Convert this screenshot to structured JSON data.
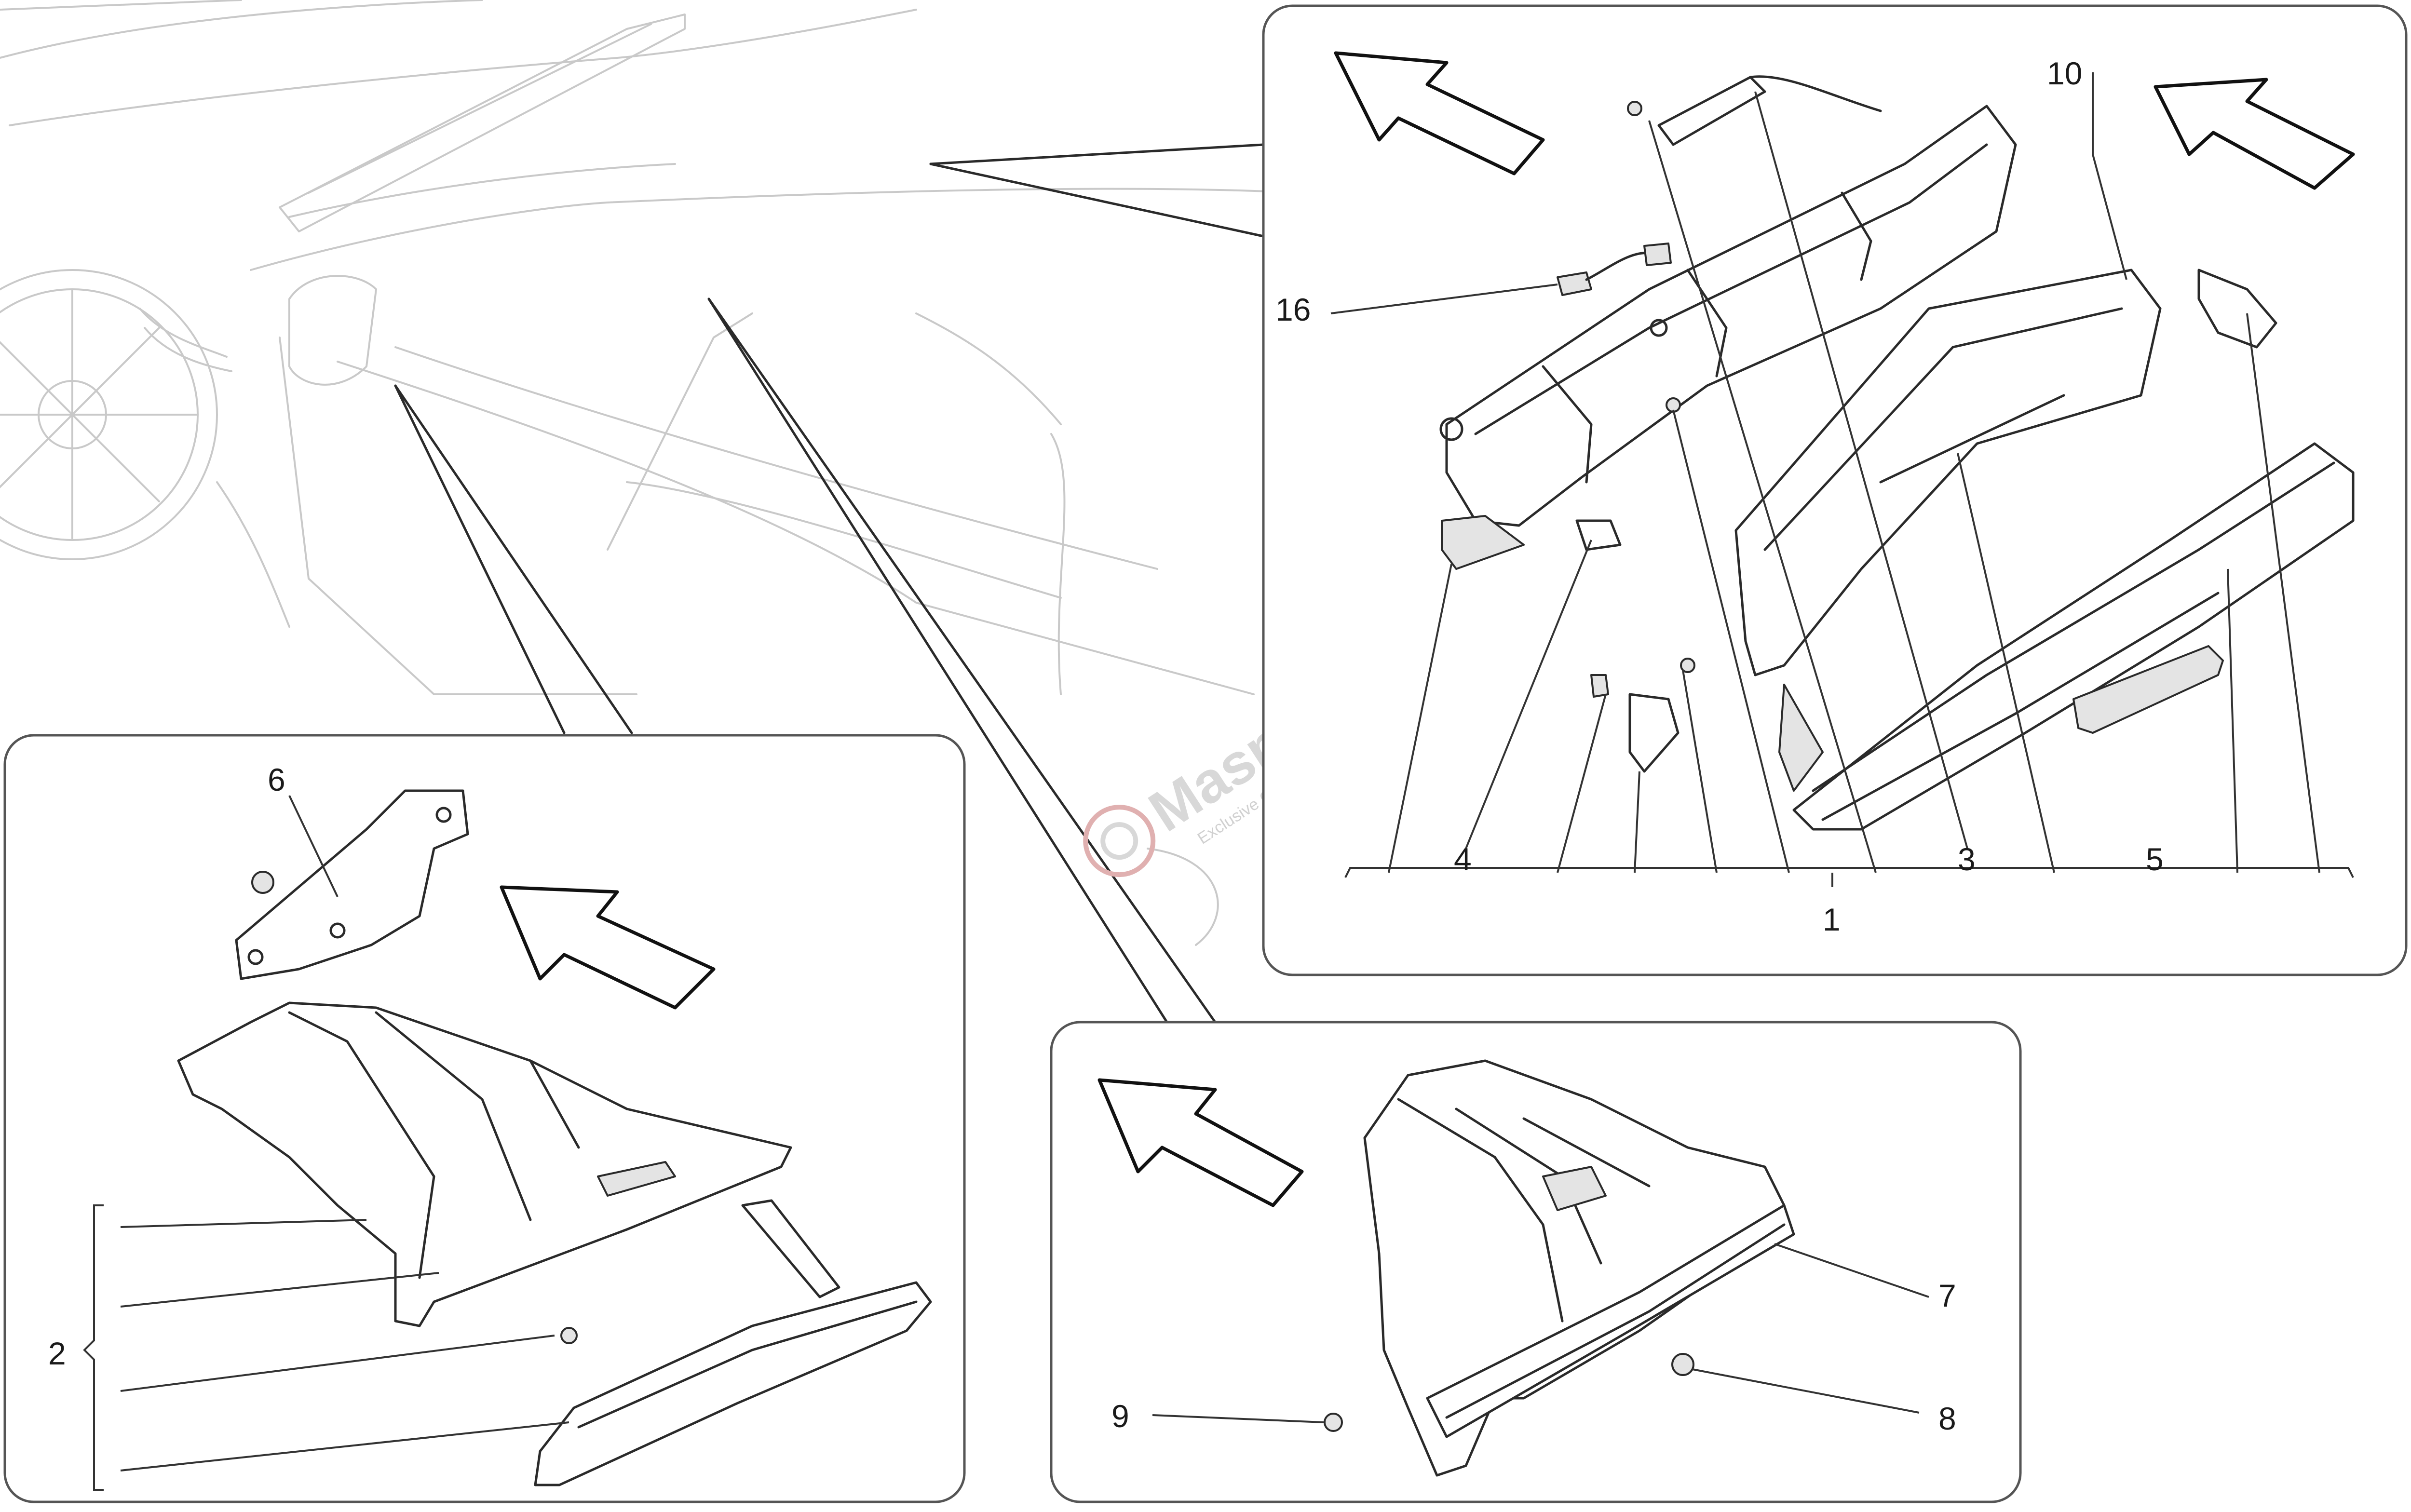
{
  "diagram": {
    "detail_top_right": {
      "callouts": [
        "16",
        "10",
        "4",
        "3",
        "5",
        "1"
      ]
    },
    "detail_left": {
      "callouts": [
        "6",
        "2"
      ]
    },
    "detail_bottom_right": {
      "callouts": [
        "7",
        "8",
        "9"
      ]
    }
  },
  "watermark": {
    "brand": "Masparts",
    "tagline": "Exclusive Car Parts Specialist"
  }
}
